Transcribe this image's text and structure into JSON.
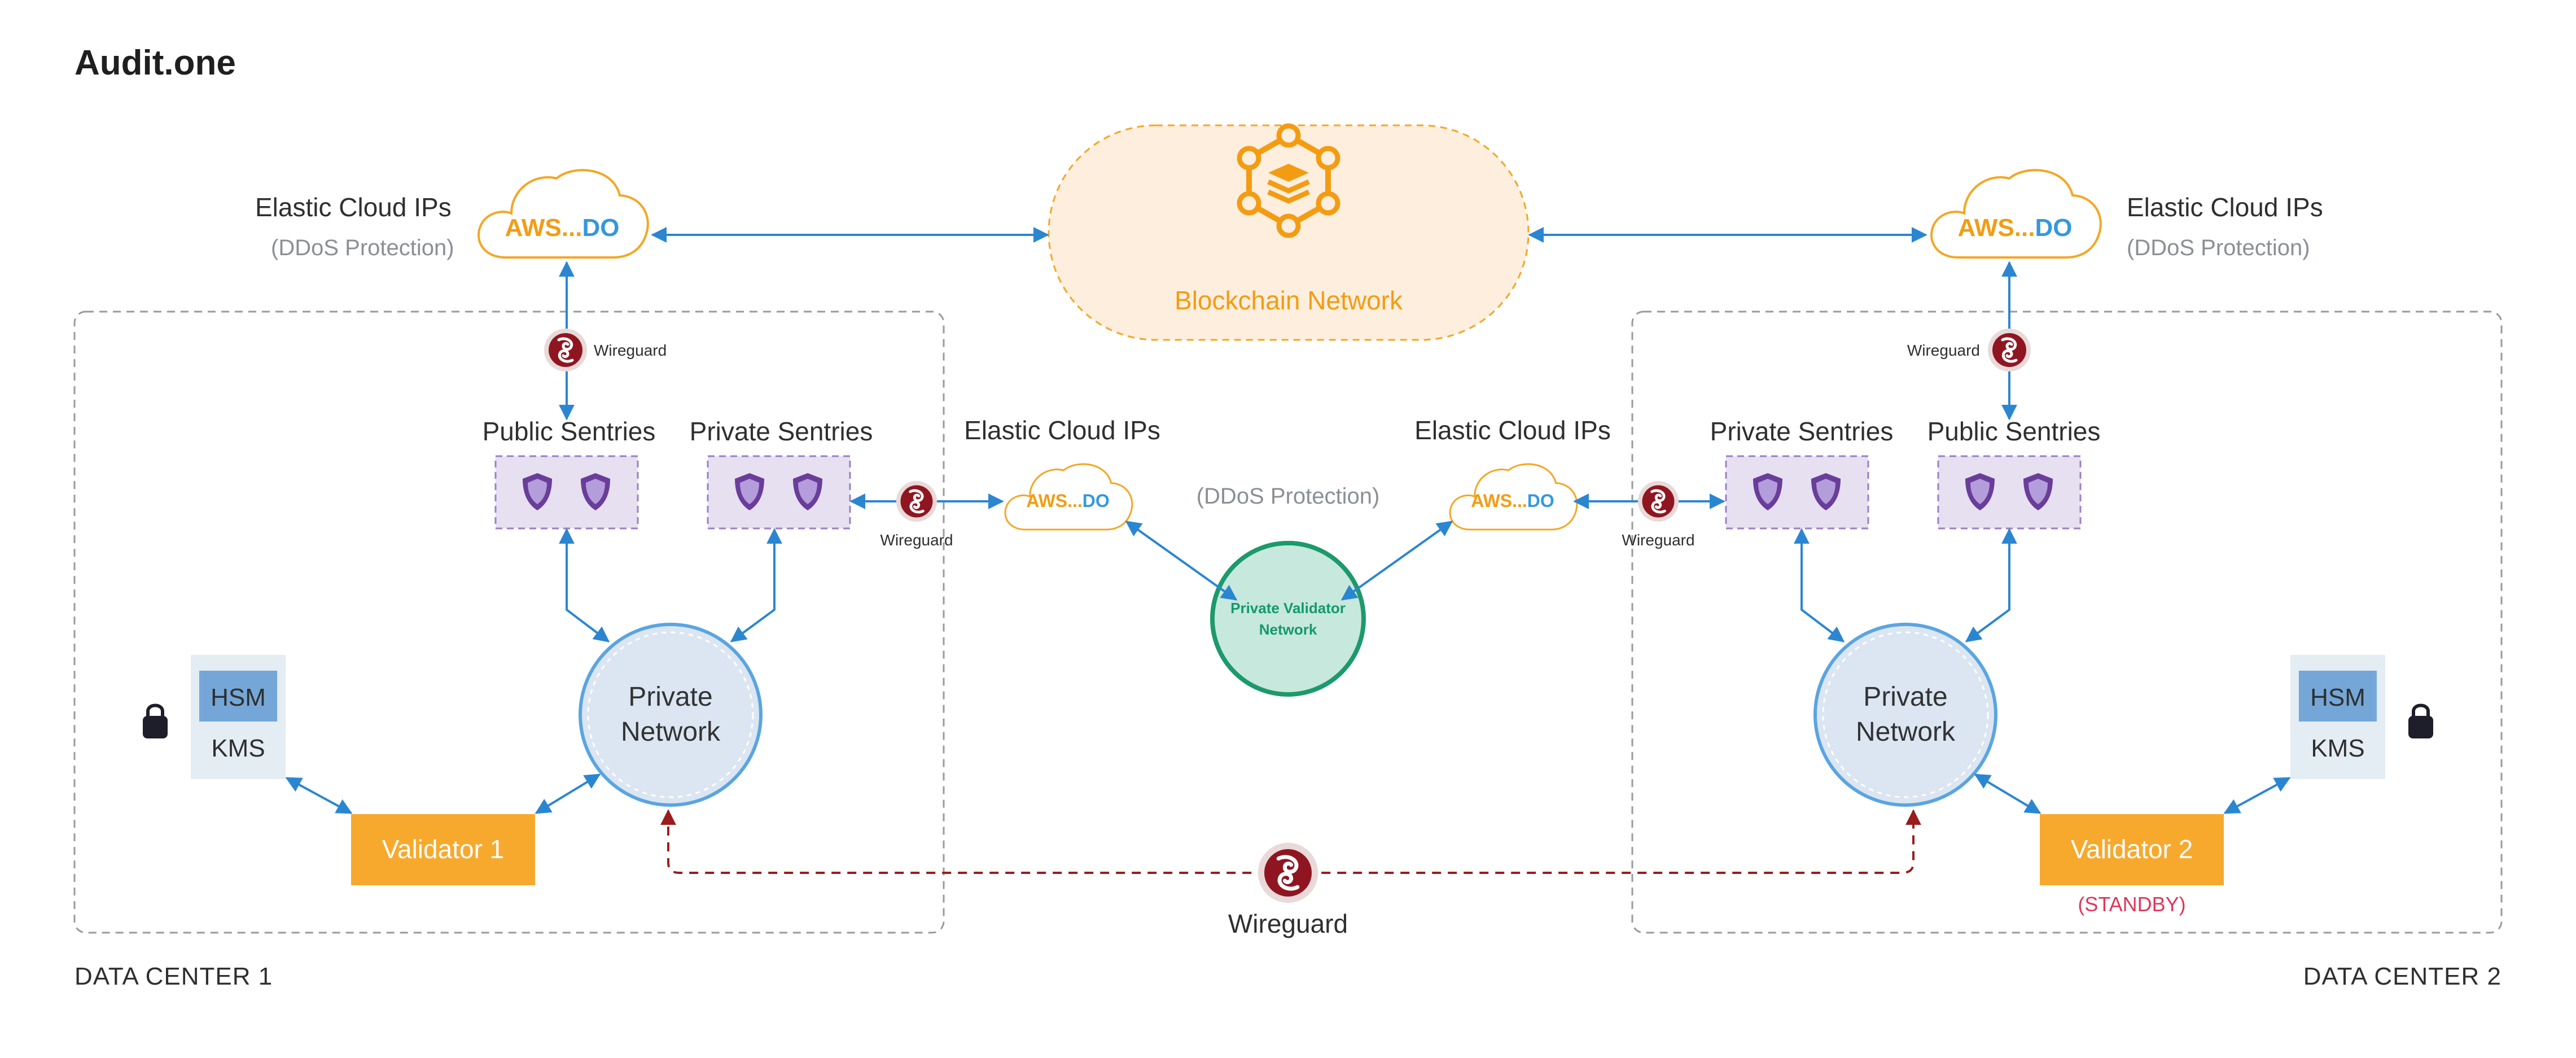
{
  "title": "Audit.one",
  "colors": {
    "arrow": "#2b86d1",
    "wireguard_link": "#9b1c1c",
    "aws": "#f39c12",
    "do": "#3498db",
    "validator": "#f7a92e",
    "sentry_box": "#e6e0f1",
    "shield": "#7b4fa8",
    "private_network": "#dbe6f2",
    "pvn_fill": "#c7e8dc",
    "pvn_stroke": "#1c9a6c",
    "blockchain_fill": "#fdeede"
  },
  "blockchain": {
    "label": "Blockchain Network",
    "icon": "blockchain-icon"
  },
  "cloud": {
    "aws": "AWS",
    "ellipsis": "...",
    "do": "DO"
  },
  "elastic_left": {
    "title": "Elastic Cloud IPs",
    "sub": "(DDoS Protection)"
  },
  "elastic_right": {
    "title": "Elastic Cloud IPs",
    "sub": "(DDoS Protection)"
  },
  "elastic_mid_left": {
    "title": "Elastic Cloud IPs"
  },
  "elastic_mid_right": {
    "title": "Elastic Cloud IPs"
  },
  "mid_ddos": "(DDoS Protection)",
  "private_validator_network": {
    "line1": "Private Validator",
    "line2": "Network"
  },
  "dc1": {
    "label": "DATA CENTER  1",
    "public_sentries": "Public Sentries",
    "private_sentries": "Private Sentries",
    "private_network": {
      "line1": "Private",
      "line2": "Network"
    },
    "hsm": "HSM",
    "kms": "KMS",
    "validator": "Validator 1",
    "wireguard_top": "Wireguard",
    "wireguard_side": "Wireguard"
  },
  "dc2": {
    "label": "DATA CENTER 2",
    "public_sentries": "Public Sentries",
    "private_sentries": "Private Sentries",
    "private_network": {
      "line1": "Private",
      "line2": "Network"
    },
    "hsm": "HSM",
    "kms": "KMS",
    "validator": "Validator 2",
    "standby": "(STANDBY)",
    "wireguard_top": "Wireguard",
    "wireguard_side": "Wireguard"
  },
  "wireguard_bottom": "Wireguard",
  "icons": [
    "wireguard-icon",
    "shield-icon",
    "lock-icon",
    "cloud-icon",
    "blockchain-icon"
  ]
}
